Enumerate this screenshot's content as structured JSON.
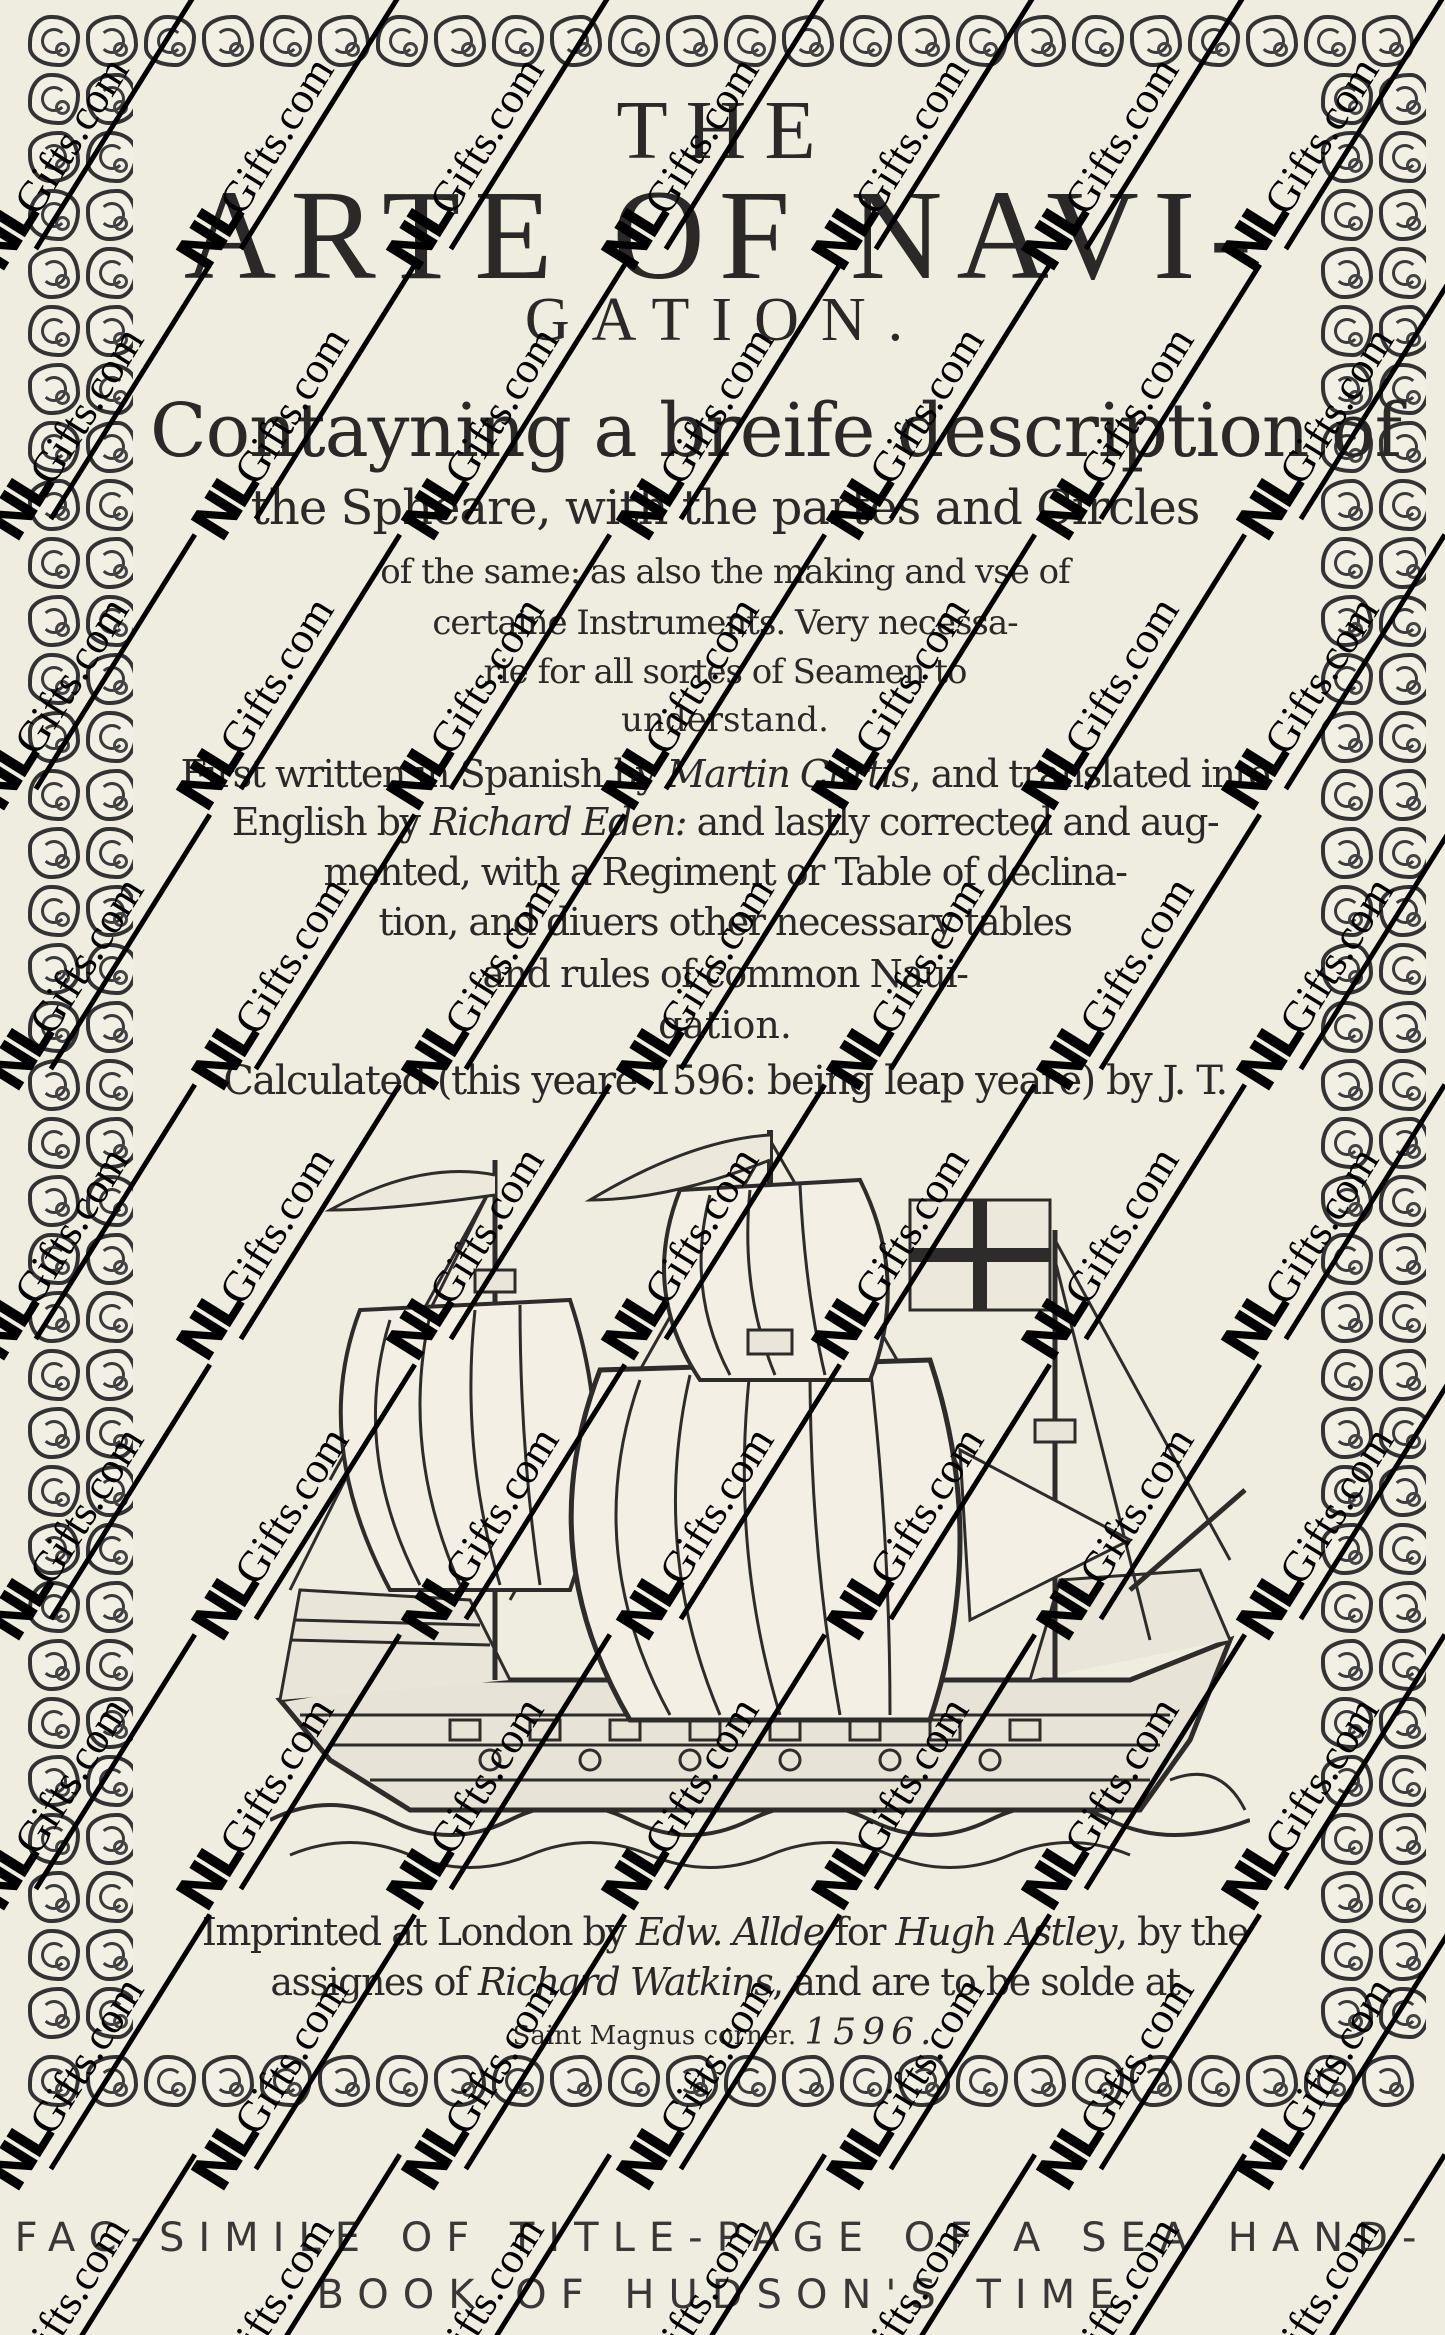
{
  "document": {
    "title_lines": {
      "the": "THE",
      "arte": "ARTE OF NAVI-",
      "gation": "GATION."
    },
    "subtitle_lines": [
      "Contayning a breife description of",
      "the Spheare, with the partes and Circles",
      "of the same: as also the making and vse of",
      "certaine Instruments.  Very necessa-",
      "rie for all sortes of Seamen to",
      "understand."
    ],
    "attribution": {
      "first_pre": "First written in Spanish by ",
      "first_author": "Martin Curtis",
      "first_post": ", and translated into",
      "english_pre": "English by ",
      "english_translator": "Richard Eden:",
      "english_post": " and lastly corrected and aug-",
      "line3": "mented, with a Regiment or Table of declina-",
      "line4": "tion, and diuers other necessary tables",
      "line5": "and rules of common Naui-",
      "line6": "gation.",
      "calculated": "Calculated (this yeare 1596: being leap yeare) by J. T."
    },
    "imprint": {
      "line1_pre": "Imprinted at London by ",
      "line1_printer": "Edw. Allde",
      "line1_mid": " for ",
      "line1_patron": "Hugh Astley",
      "line1_post": ", by the",
      "line2_pre": "assignes of ",
      "line2_name": "Richard Watkins",
      "line2_post": ", and are to be solde at",
      "line3_place": "Saint Magnus corner.",
      "line3_year": "1596."
    },
    "illustration": "woodcut-ship-galleon"
  },
  "caption": {
    "line1": "FAC-SIMILE OF TITLE-PAGE OF A SEA HAND-",
    "line2": "BOOK OF HUDSON'S TIME"
  },
  "watermark": {
    "logo": "NL",
    "text": "Gifts.com"
  },
  "colors": {
    "paper": "#efece0",
    "ink": "#2b2927",
    "watermark": "#000000"
  }
}
